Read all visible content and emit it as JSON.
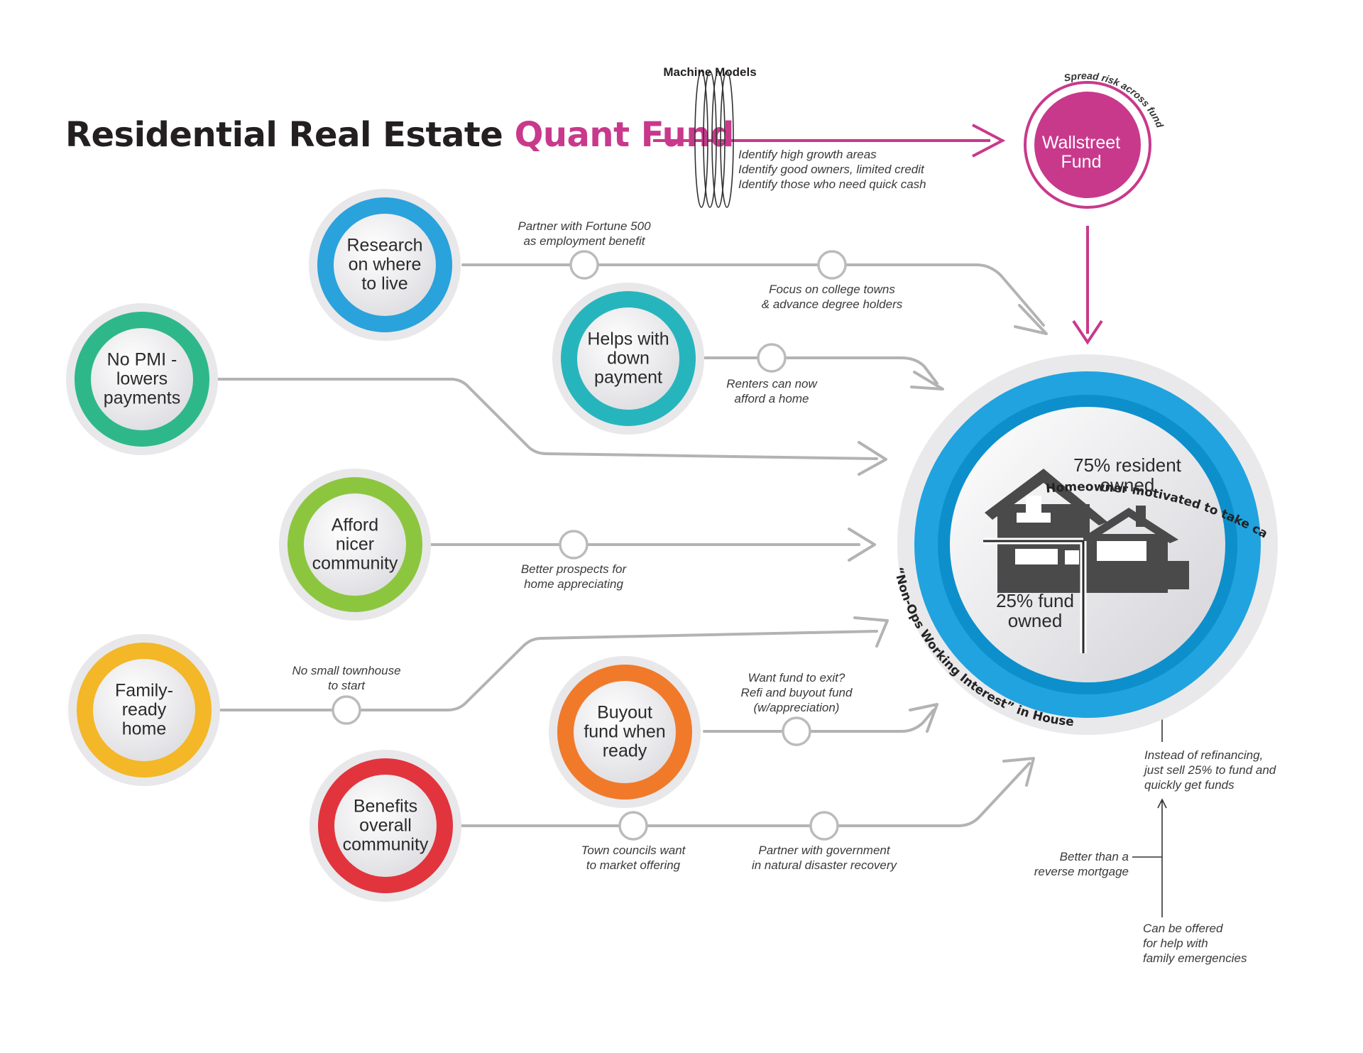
{
  "title": {
    "main": "Residential Real Estate",
    "accent": "Quant Fund"
  },
  "machine_models": {
    "label": "Machine Models",
    "notes": [
      "Identify high growth areas",
      "Identify good owners, limited credit",
      "Identify those who need quick cash"
    ]
  },
  "wallstreet_fund": {
    "lines": [
      "Wallstreet",
      "Fund"
    ],
    "arc_text": "Spread risk across fund"
  },
  "center": {
    "resident_lines": [
      "75% resident",
      "owned"
    ],
    "fund_lines": [
      "25% fund",
      "owned"
    ],
    "arc_top": "Homeowner motivated to take care of home",
    "arc_bottom": "“Non-Ops Working Interest” in Houses"
  },
  "nodes": [
    {
      "id": "research",
      "lines": [
        "Research",
        "on where",
        "to live"
      ],
      "color": "#2aa2dc"
    },
    {
      "id": "helps",
      "lines": [
        "Helps with",
        "down",
        "payment"
      ],
      "color": "#27b5bd"
    },
    {
      "id": "nopmi",
      "lines": [
        "No PMI -",
        "lowers",
        "payments"
      ],
      "color": "#2eb88a"
    },
    {
      "id": "afford",
      "lines": [
        "Afford",
        "nicer",
        "community"
      ],
      "color": "#8cc63f"
    },
    {
      "id": "family",
      "lines": [
        "Family-",
        "ready",
        "home"
      ],
      "color": "#f3b728"
    },
    {
      "id": "buyout",
      "lines": [
        "Buyout",
        "fund when",
        "ready"
      ],
      "color": "#f07a2a"
    },
    {
      "id": "benefits",
      "lines": [
        "Benefits",
        "overall",
        "community"
      ],
      "color": "#e2343d"
    }
  ],
  "notes": {
    "fortune": [
      "Partner with Fortune 500",
      "as employment benefit"
    ],
    "college": [
      "Focus on college towns",
      "& advance degree holders"
    ],
    "renters": [
      "Renters can now",
      "afford a home"
    ],
    "prospects": [
      "Better prospects for",
      "home appreciating"
    ],
    "townhouse": [
      "No small townhouse",
      "to start"
    ],
    "exit": [
      "Want fund to exit?",
      "Refi and buyout fund",
      "(w/appreciation)"
    ],
    "councils": [
      "Town councils want",
      "to market offering"
    ],
    "government": [
      "Partner with government",
      "in natural disaster recovery"
    ],
    "refinancing": [
      "Instead of refinancing,",
      "just sell 25% to fund and",
      "quickly get funds"
    ],
    "reverse": [
      "Better than a",
      "reverse mortgage"
    ],
    "emergencies": [
      "Can be offered",
      "for help with",
      "family emergencies"
    ]
  },
  "colors": {
    "accent": "#c8398c",
    "line": "#b3b3b3",
    "house": "#4a4a4a",
    "center_ring": "#21a3df"
  }
}
